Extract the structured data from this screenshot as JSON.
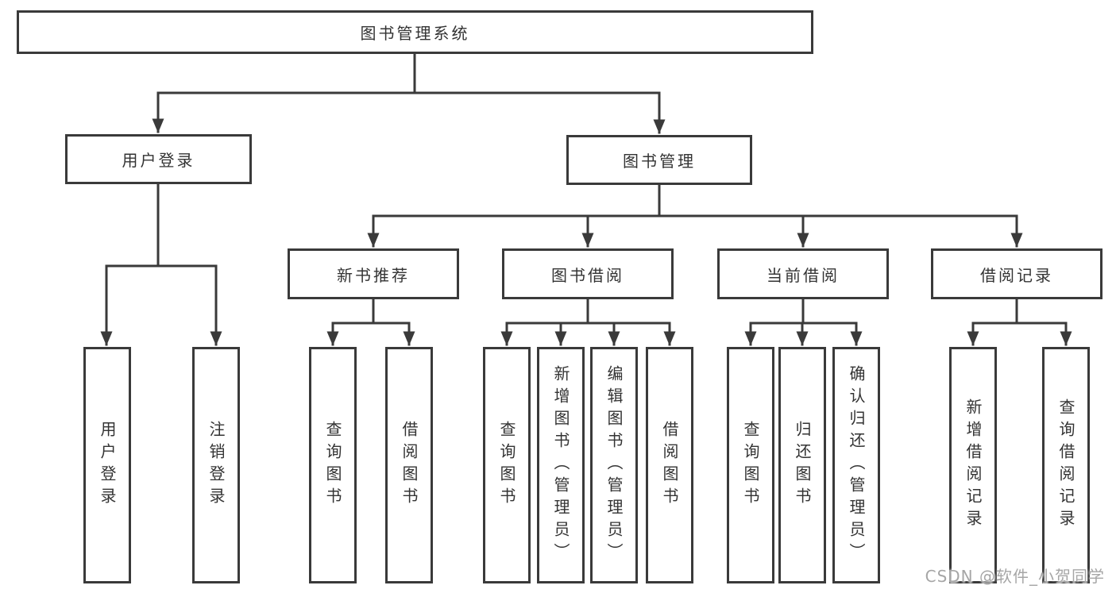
{
  "tree": {
    "root": {
      "label": "图书管理系统"
    },
    "branches": [
      {
        "label": "用户登录",
        "children": [
          {
            "label": "用户登录"
          },
          {
            "label": "注销登录"
          }
        ]
      },
      {
        "label": "图书管理",
        "children": [
          {
            "label": "新书推荐",
            "children": [
              {
                "label": "查询图书"
              },
              {
                "label": "借阅图书"
              }
            ]
          },
          {
            "label": "图书借阅",
            "children": [
              {
                "label": "查询图书"
              },
              {
                "label": "新增图书（管理员）"
              },
              {
                "label": "编辑图书（管理员）"
              },
              {
                "label": "借阅图书"
              }
            ]
          },
          {
            "label": "当前借阅",
            "children": [
              {
                "label": "查询图书"
              },
              {
                "label": "归还图书"
              },
              {
                "label": "确认归还（管理员）"
              }
            ]
          },
          {
            "label": "借阅记录",
            "children": [
              {
                "label": "新增借阅记录"
              },
              {
                "label": "查询借阅记录"
              }
            ]
          }
        ]
      }
    ]
  },
  "watermark": "CSDN @软件_小贺同学",
  "colors": {
    "line": "#3a3a3a",
    "box_border": "#3a3a3a",
    "text": "#333333",
    "watermark": "#a6a6a6",
    "background": "#ffffff"
  }
}
